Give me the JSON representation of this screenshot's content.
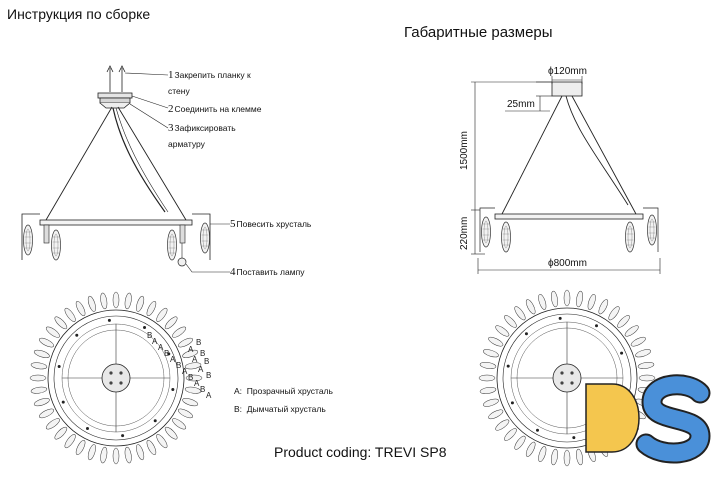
{
  "header": {
    "left_title": "Инструкция по сборке",
    "right_title": "Габаритные размеры"
  },
  "steps": [
    {
      "num": "1",
      "text": "Закрепить планку к",
      "text2": "стену"
    },
    {
      "num": "2",
      "text": "Соединить на клемме"
    },
    {
      "num": "3",
      "text": "Зафиксировать",
      "text2": "арматуру"
    },
    {
      "num": "5",
      "text": "Повесить хрусталь"
    },
    {
      "num": "4",
      "text": "Поставить лампу"
    }
  ],
  "legend": [
    {
      "key": "A:",
      "text": "Прозрачный хрусталь"
    },
    {
      "key": "B:",
      "text": "Дымчатый хрусталь"
    }
  ],
  "crystal_markers": [
    "B",
    "A",
    "A",
    "B",
    "A",
    "B",
    "A",
    "B",
    "A",
    "B",
    "A",
    "B",
    "A",
    "B",
    "A",
    "B",
    "A",
    "B"
  ],
  "dimensions": {
    "canopy_diameter": "ϕ120mm",
    "canopy_height": "25mm",
    "drop_length": "1500mm",
    "body_height": "220mm",
    "overall_diameter": "ϕ800mm"
  },
  "footer": {
    "product_coding": "Product coding: TREVI SP8"
  },
  "logo": {
    "text": "DS",
    "colors": {
      "d": "#f4c64e",
      "s": "#4a90d9"
    }
  }
}
